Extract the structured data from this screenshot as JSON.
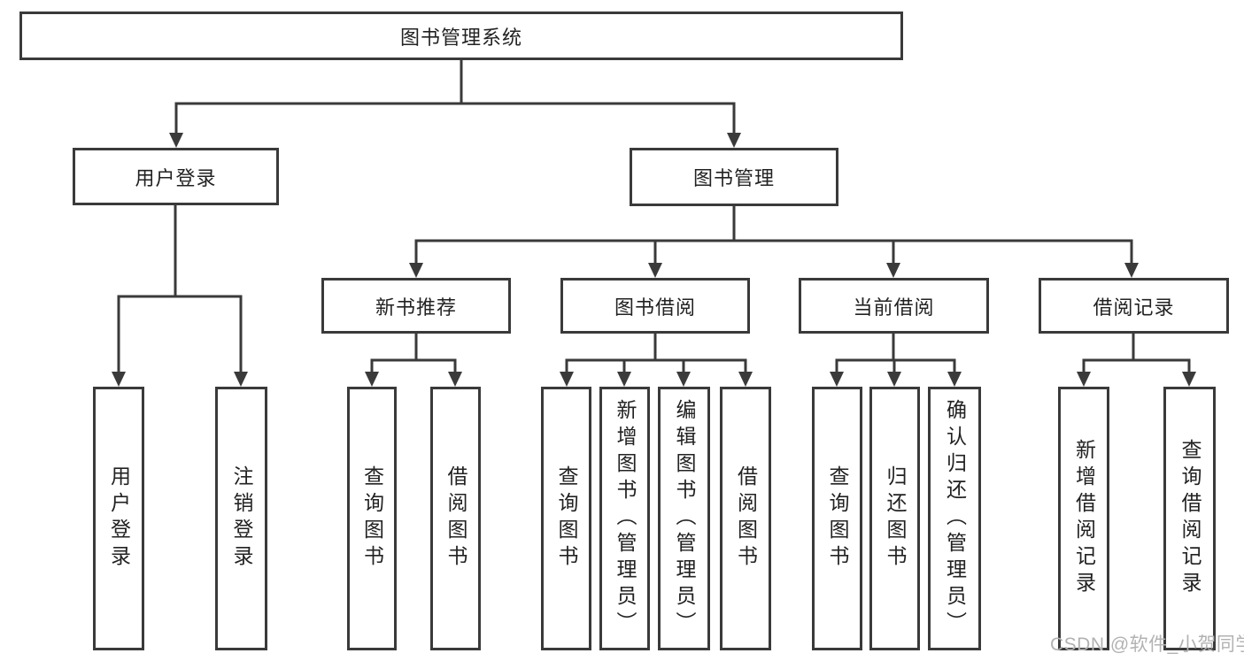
{
  "diagram": {
    "title": "图书管理系统",
    "root": {
      "label": "图书管理系统"
    },
    "level2": [
      {
        "id": "user-login",
        "label": "用户登录"
      },
      {
        "id": "book-management",
        "label": "图书管理"
      }
    ],
    "level3": [
      {
        "id": "new-book-recommend",
        "label": "新书推荐"
      },
      {
        "id": "book-borrow",
        "label": "图书借阅"
      },
      {
        "id": "current-borrow",
        "label": "当前借阅"
      },
      {
        "id": "borrow-records",
        "label": "借阅记录"
      }
    ],
    "leaves": [
      {
        "label": "用户登录",
        "parent": "用户登录"
      },
      {
        "label": "注销登录",
        "parent": "用户登录"
      },
      {
        "label": "查询图书",
        "parent": "新书推荐"
      },
      {
        "label": "借阅图书",
        "parent": "新书推荐"
      },
      {
        "label": "查询图书",
        "parent": "图书借阅"
      },
      {
        "label": "新增图书（管理员）",
        "parent": "图书借阅"
      },
      {
        "label": "编辑图书（管理员）",
        "parent": "图书借阅"
      },
      {
        "label": "借阅图书",
        "parent": "图书借阅"
      },
      {
        "label": "查询图书",
        "parent": "当前借阅"
      },
      {
        "label": "归还图书",
        "parent": "当前借阅"
      },
      {
        "label": "确认归还（管理员）",
        "parent": "当前借阅"
      },
      {
        "label": "新增借阅记录",
        "parent": "借阅记录"
      },
      {
        "label": "查询借阅记录",
        "parent": "借阅记录"
      }
    ]
  },
  "watermark": {
    "text": "CSDN @软件_小贺同学"
  },
  "colors": {
    "line": "#3a3a3a",
    "box_border": "#3a3a3a",
    "text": "#222222",
    "watermark": "#b2b2b2",
    "background": "#ffffff"
  }
}
